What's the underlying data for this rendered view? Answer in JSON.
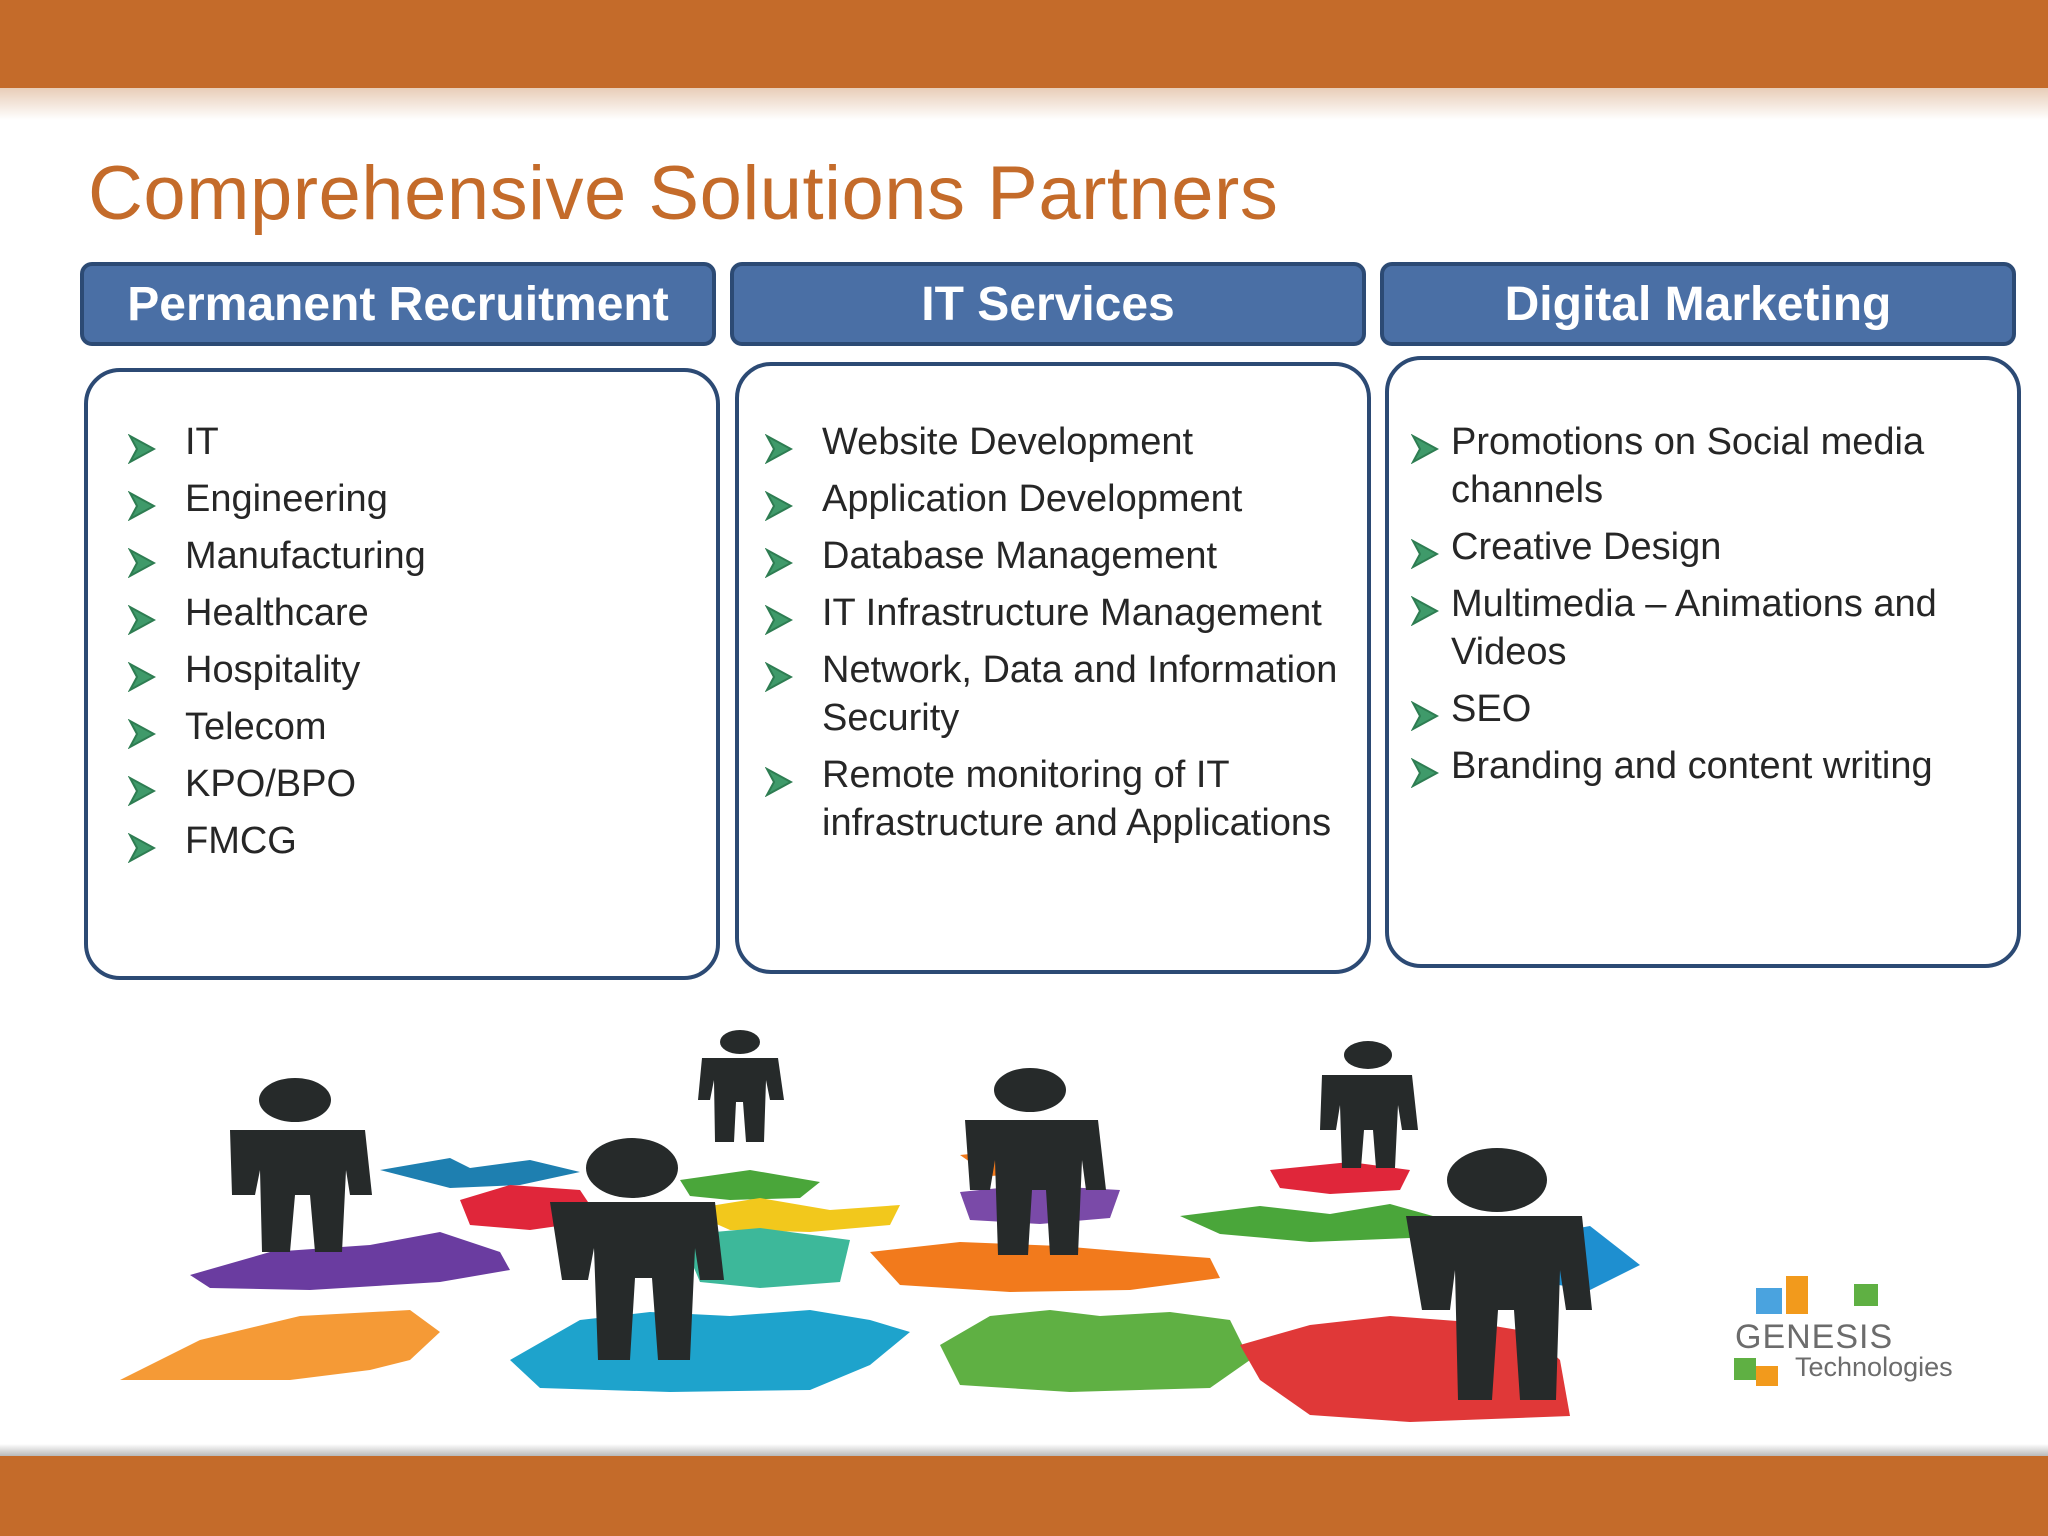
{
  "title": "Comprehensive Solutions Partners",
  "columns": [
    {
      "heading": "Permanent Recruitment",
      "items": [
        "IT",
        "Engineering",
        "Manufacturing",
        "Healthcare",
        "Hospitality",
        "Telecom",
        "KPO/BPO",
        "FMCG"
      ]
    },
    {
      "heading": "IT Services",
      "items": [
        "Website Development",
        "Application Development",
        "Database Management",
        "IT Infrastructure Management",
        "Network, Data and Information Security",
        "Remote monitoring of IT infrastructure and Applications"
      ]
    },
    {
      "heading": "Digital Marketing",
      "items": [
        "Promotions on Social media channels",
        "Creative Design",
        "Multimedia – Animations and Videos",
        "SEO",
        "Branding and content writing"
      ]
    }
  ],
  "logo": {
    "name": "GENESIS",
    "subtitle": "Technologies"
  },
  "colors": {
    "band": "#c46b2a",
    "title": "#c46b2a",
    "header_fill": "#4a6fa5",
    "header_border": "#2c4a74",
    "bullet": "#2e8b57"
  },
  "icons": {
    "bullet": "arrow-bullet-icon",
    "illustration": "people-on-puzzle-pieces-illustration"
  }
}
